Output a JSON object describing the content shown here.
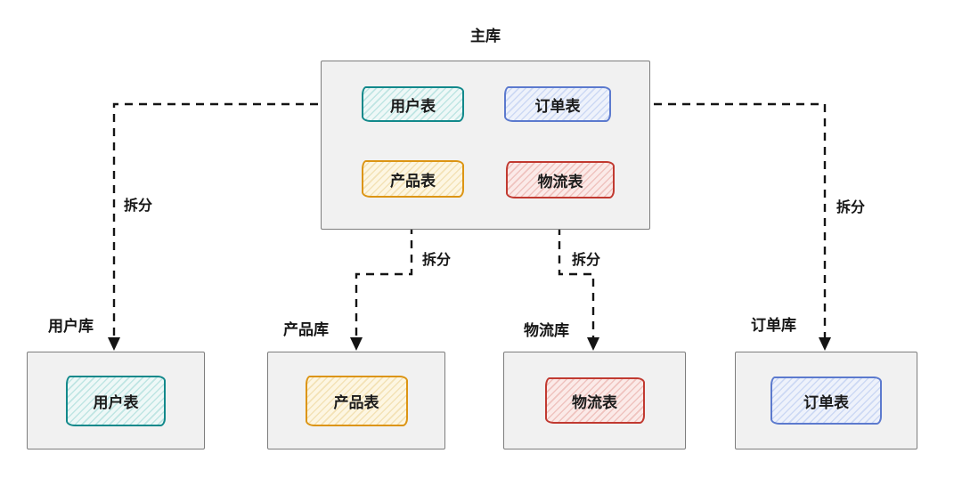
{
  "diagram": {
    "type": "database-vertical-sharding",
    "main_db": {
      "label": "主库",
      "tables": [
        {
          "id": "user",
          "label": "用户表"
        },
        {
          "id": "order",
          "label": "订单表"
        },
        {
          "id": "product",
          "label": "产品表"
        },
        {
          "id": "logistics",
          "label": "物流表"
        }
      ]
    },
    "edges": [
      {
        "label": "拆分",
        "from": "用户表",
        "to": "用户库"
      },
      {
        "label": "拆分",
        "from": "产品表",
        "to": "产品库"
      },
      {
        "label": "拆分",
        "from": "物流表",
        "to": "物流库"
      },
      {
        "label": "拆分",
        "from": "订单表",
        "to": "订单库"
      }
    ],
    "shards": [
      {
        "id": "user",
        "db_label": "用户库",
        "table_label": "用户表"
      },
      {
        "id": "product",
        "db_label": "产品库",
        "table_label": "产品表"
      },
      {
        "id": "logistics",
        "db_label": "物流库",
        "table_label": "物流表"
      },
      {
        "id": "order",
        "db_label": "订单库",
        "table_label": "订单表"
      }
    ],
    "table_styles": {
      "user": {
        "border": "#12898b",
        "fill": "#eef8f7",
        "hatch": "#bfe5e3"
      },
      "order": {
        "border": "#5c7ace",
        "fill": "#eef2fb",
        "hatch": "#cdd9f4"
      },
      "product": {
        "border": "#dc9514",
        "fill": "#fdf6e2",
        "hatch": "#f3e2b6"
      },
      "logistics": {
        "border": "#c13a31",
        "fill": "#fbeae8",
        "hatch": "#efc3bf"
      }
    },
    "container_style": {
      "fill": "#f1f1f1",
      "border": "#7d7d7d"
    },
    "arrow_color": "#141414"
  }
}
